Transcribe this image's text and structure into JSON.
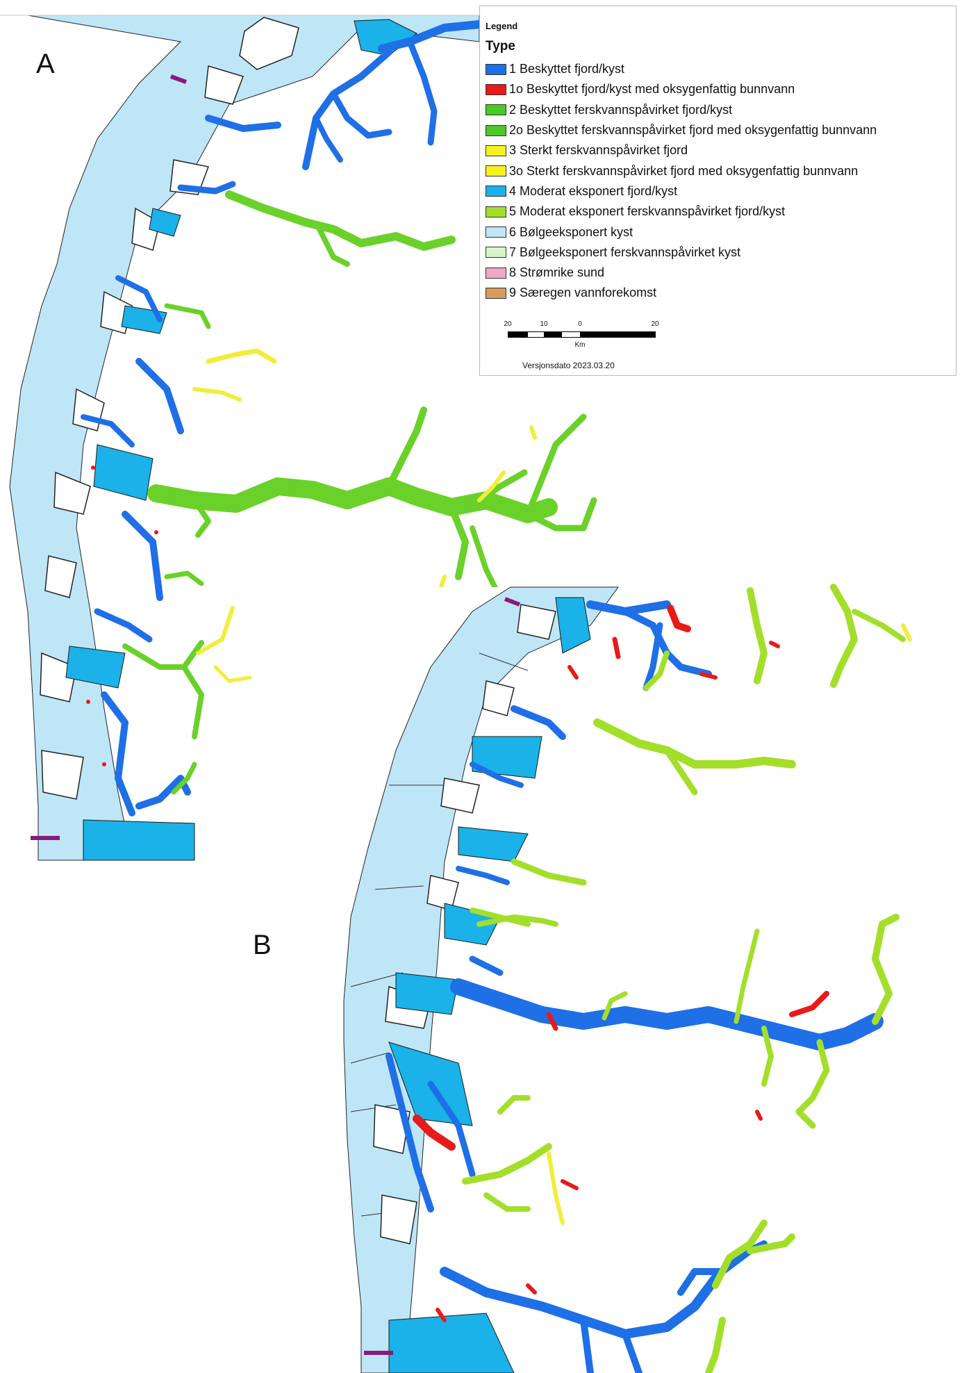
{
  "panels": {
    "a_label": "A",
    "b_label": "B"
  },
  "legend": {
    "title": "Legend",
    "subtitle": "Type",
    "items": [
      {
        "label": "1 Beskyttet fjord/kyst",
        "color": "#1f6fe6"
      },
      {
        "label": "1o Beskyttet fjord/kyst med oksygenfattig  bunnvann",
        "color": "#e81a1a"
      },
      {
        "label": "2 Beskyttet ferskvannspåvirket fjord/kyst",
        "color": "#44cc22"
      },
      {
        "label": "2o Beskyttet ferskvannspåvirket fjord med oksygenfattig bunnvann",
        "color": "#4ec625"
      },
      {
        "label": "3 Sterkt ferskvannspåvirket fjord",
        "color": "#f5f020"
      },
      {
        "label": "3o Sterkt ferskvannspåvirket fjord med oksygenfattig bunnvann",
        "color": "#f7f21e"
      },
      {
        "label": "4 Moderat eksponert fjord/kyst",
        "color": "#1ab2e8"
      },
      {
        "label": "5 Moderat eksponert ferskvannspåvirket fjord/kyst",
        "color": "#a3df2a"
      },
      {
        "label": "6 Bølgeeksponert kyst",
        "color": "#bfe6f7"
      },
      {
        "label": "7 Bølgeeksponert ferskvannspåvirket kyst",
        "color": "#d4f5c8"
      },
      {
        "label": "8 Strømrike sund",
        "color": "#f0a8c8"
      },
      {
        "label": "9 Særegen vannforekomst",
        "color": "#d99a5e"
      }
    ],
    "scale": {
      "ticks": [
        "20",
        "10",
        "0",
        "20"
      ],
      "unit": "Km"
    },
    "version": "Versjonsdato 2023.03.20"
  },
  "colors": {
    "protected": "#1f6fe6",
    "oxygen_poor": "#e81a1a",
    "fresh_protected": "#6ad12a",
    "strong_fresh": "#f0ee3a",
    "moderate": "#1ab2e8",
    "moderate_fresh": "#a3df2a",
    "wave_exposed": "#bfe6f7",
    "boundary_marker": "#8b1a7a",
    "land": "#ffffff"
  }
}
